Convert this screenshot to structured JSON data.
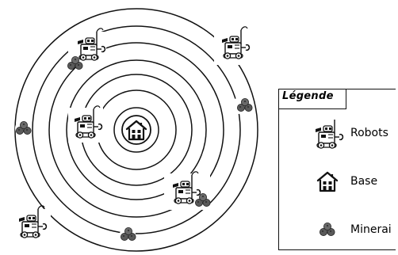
{
  "legend": {
    "title": "Légende",
    "items": [
      {
        "key": "robots",
        "label": "Robots",
        "icon": "robot-icon"
      },
      {
        "key": "base",
        "label": "Base",
        "icon": "house-icon"
      },
      {
        "key": "minerai",
        "label": "Minerai",
        "icon": "ore-icon"
      }
    ]
  },
  "colors": {
    "stroke": "#111111",
    "ore": "#5a5a5a",
    "ore_dark": "#3a3a3a",
    "background": "#ffffff"
  }
}
